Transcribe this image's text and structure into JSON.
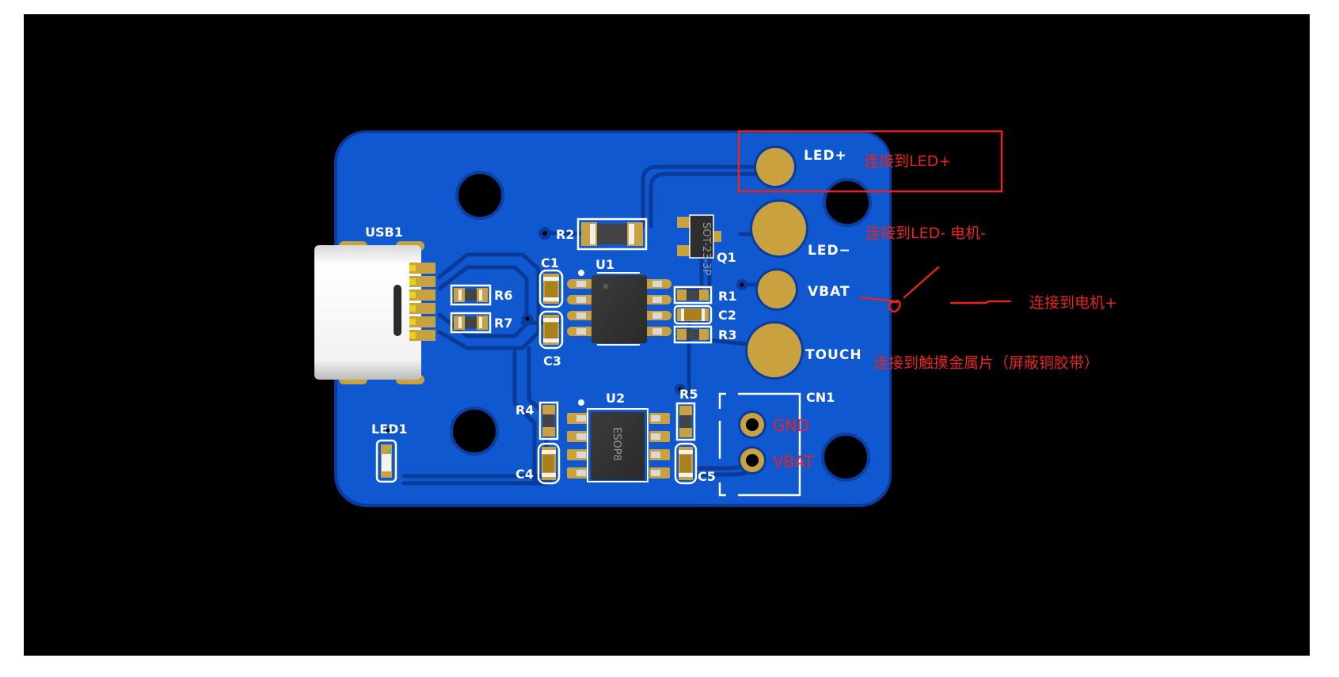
{
  "image": {
    "title": "PCB 3D view with wiring annotations",
    "background_color": "#000000",
    "board_color": "#0f58cf",
    "annotation_color": "#e8241f"
  },
  "silkscreen": {
    "usb1": "USB1",
    "r2": "R2",
    "c1": "C1",
    "u1": "U1",
    "r6": "R6",
    "r7": "R7",
    "c3": "C3",
    "q1": "Q1",
    "q1_body": "SOT-23-3P",
    "r1": "R1",
    "c2": "C2",
    "r3": "R3",
    "led_plus": "LED+",
    "led_minus": "LED−",
    "vbat": "VBAT",
    "touch": "TOUCH",
    "r4": "R4",
    "u2": "U2",
    "u2_body": "ESOP8",
    "r5": "R5",
    "cn1": "CN1",
    "c4": "C4",
    "c5": "C5",
    "led1": "LED1"
  },
  "connector_labels": {
    "gnd": "GND",
    "vbat": "VBAT"
  },
  "annotations": {
    "led_plus": "连接到LED+",
    "led_minus_motor_minus": "连接到LED- 电机-",
    "motor_plus": "连接到电机+",
    "touch": "连接到触摸金属片（屏蔽铜胶带）"
  }
}
